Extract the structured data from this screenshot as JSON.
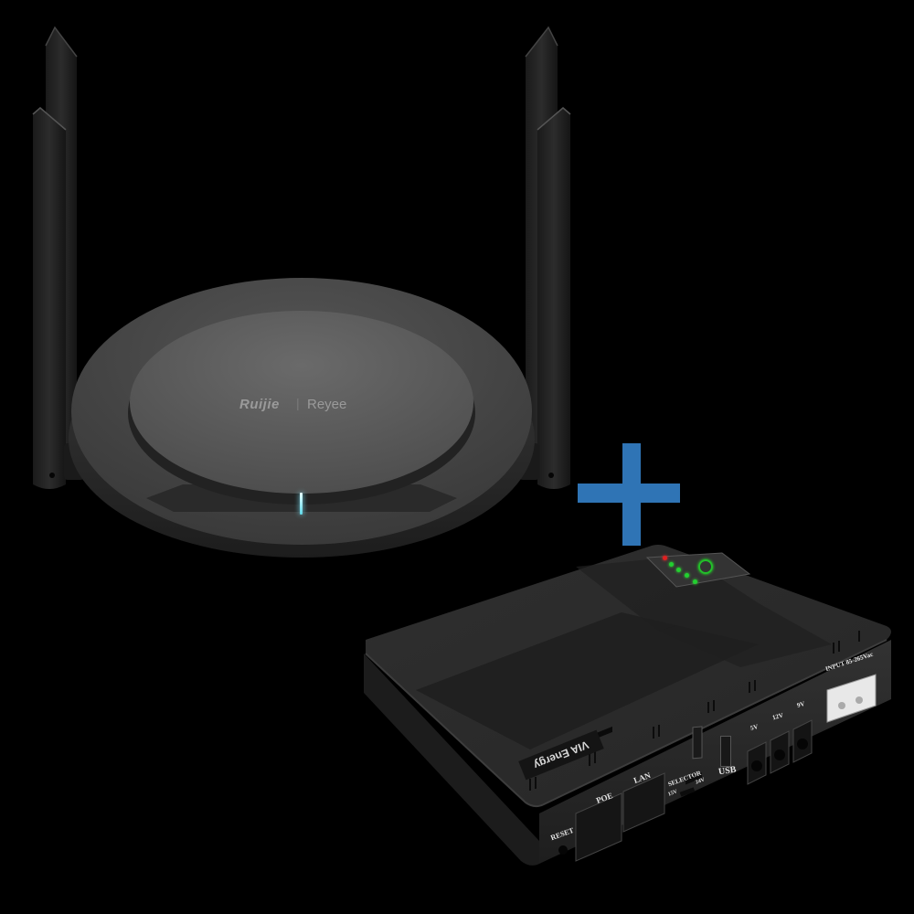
{
  "scene": {
    "background": "#000000",
    "description": "Product composite: Wi-Fi router plus mini DC UPS"
  },
  "router": {
    "brand_primary": "Ruijie",
    "brand_separator": "|",
    "brand_secondary": "Reyee",
    "antenna_count": 4,
    "body_color": "#5c5c5c",
    "led_color": "#9ff3ff"
  },
  "plus_sign": {
    "glyph": "+",
    "color": "#2f74b5"
  },
  "ups": {
    "brand": "VIA Energy",
    "body_color": "#2b2b2b",
    "status_panel": {
      "power_button_color": "#22c02a",
      "led_colors": [
        "#e02020",
        "#22d030",
        "#22d030",
        "#22d030",
        "#22d030"
      ]
    },
    "ports": {
      "reset": "RESET",
      "poe": "POE",
      "lan": "LAN",
      "selector": "SELECTOR",
      "selector_low": "15V",
      "selector_high": "24V",
      "usb": "USB",
      "dc_5v": "5V",
      "dc_12v": "12V",
      "dc_9v": "9V",
      "input": "INPUT 85-265Vac"
    }
  }
}
